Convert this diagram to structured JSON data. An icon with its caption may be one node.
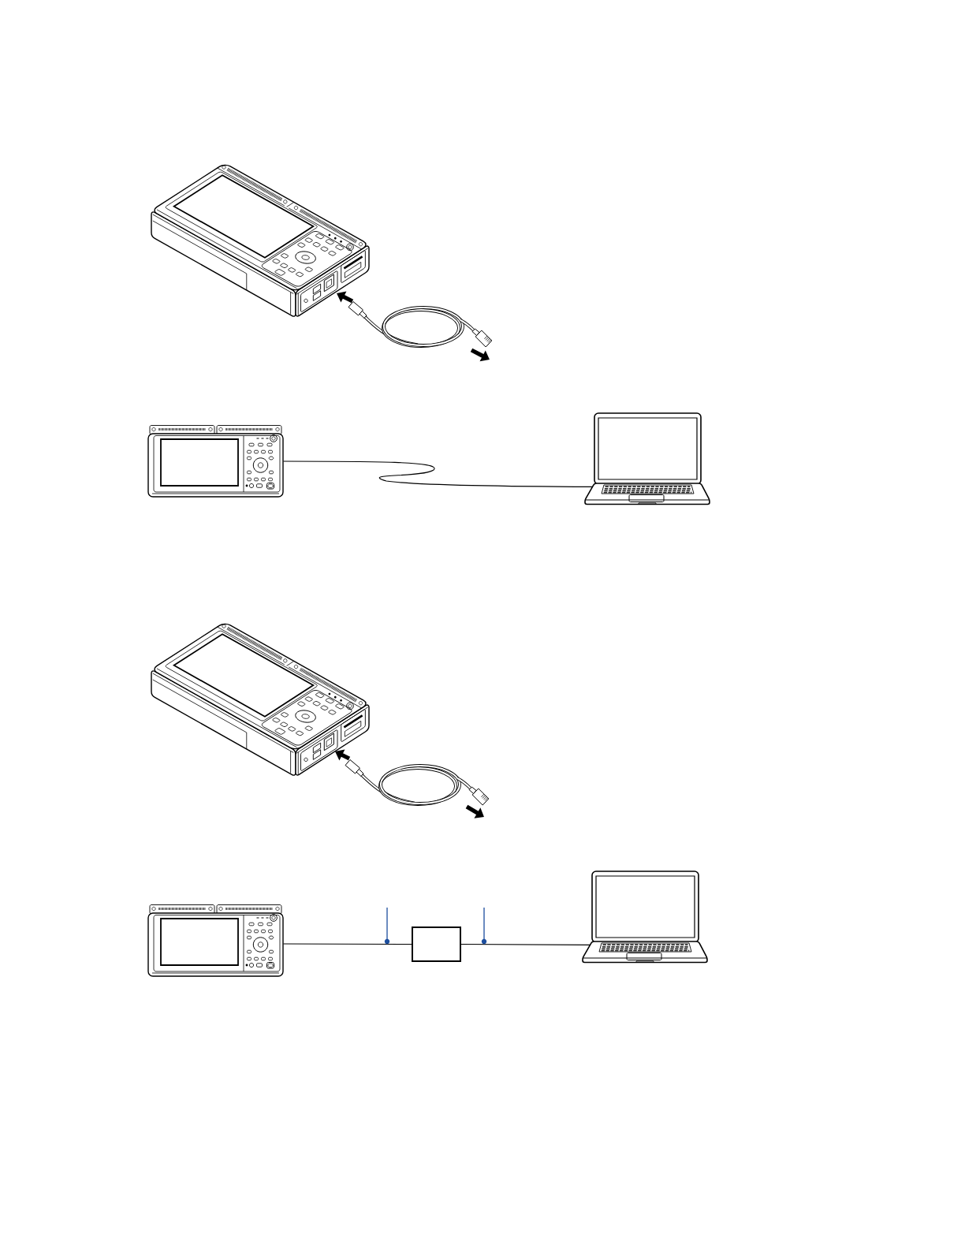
{
  "diagram": {
    "nodes": [
      {
        "text": [],
        "shape": "picture"
      },
      {
        "text": [],
        "shape": "picture"
      },
      {
        "text": [],
        "shape": "picture"
      },
      {
        "text": [],
        "shape": "box"
      },
      {
        "text": [],
        "shape": "picture"
      }
    ],
    "edges": [
      {
        "from": 0,
        "to": 1,
        "arrow": "none"
      },
      {
        "from": 2,
        "to": 3,
        "arrow": "none"
      },
      {
        "from": 3,
        "to": 4,
        "arrow": "none"
      }
    ]
  }
}
